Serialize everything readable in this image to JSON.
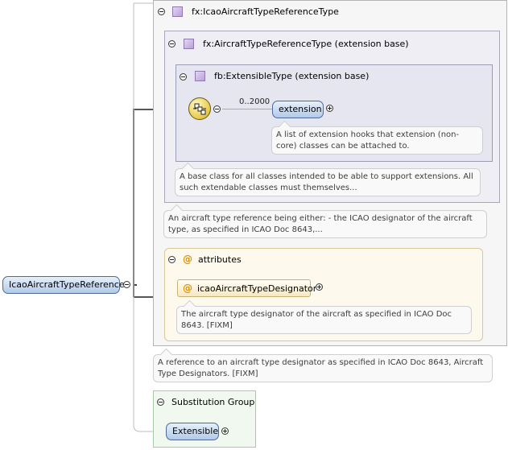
{
  "root": {
    "name": "IcaoAircraftTypeReference"
  },
  "type_box": {
    "title": "fx:IcaoAircraftTypeReferenceType",
    "doc": "A reference to an aircraft type designator as specified in ICAO Doc 8643, Aircraft Type Designators. [FIXM]"
  },
  "base_box": {
    "title": "fx:AircraftTypeReferenceType (extension base)",
    "doc": "An aircraft type reference being either: - the ICAO designator of the aircraft type, as specified in ICAO Doc 8643,..."
  },
  "extensible_box": {
    "title": "fb:ExtensibleType (extension base)",
    "doc": "A base class for all classes intended to be able to support extensions. All such extendable classes must themselves...",
    "occurrence": "0..2000",
    "element": {
      "name": "extension",
      "doc": "A list of extension hooks that extension (non-core) classes can be attached to."
    }
  },
  "attributes": {
    "title": "attributes",
    "at_symbol": "@",
    "items": [
      {
        "name": "icaoAircraftTypeDesignator",
        "doc": "The aircraft type designator of the aircraft as specified in ICAO Doc 8643. [FIXM]"
      }
    ]
  },
  "substitution_group": {
    "title": "Substitution Group",
    "element": "Extensible"
  },
  "icons": {
    "collapse": "minus-circle-icon",
    "expand": "plus-circle-icon",
    "type": "complex-type-icon",
    "sequence": "sequence-compositor-icon",
    "attribute": "at-icon"
  },
  "colors": {
    "element_fill": "#b2c9e8",
    "element_border": "#506a9a",
    "attribute_fill": "#f6e8c2",
    "attribute_frame": "#fdf9ec",
    "substitution_frame": "#f0f8ef",
    "connector": "#555555"
  }
}
